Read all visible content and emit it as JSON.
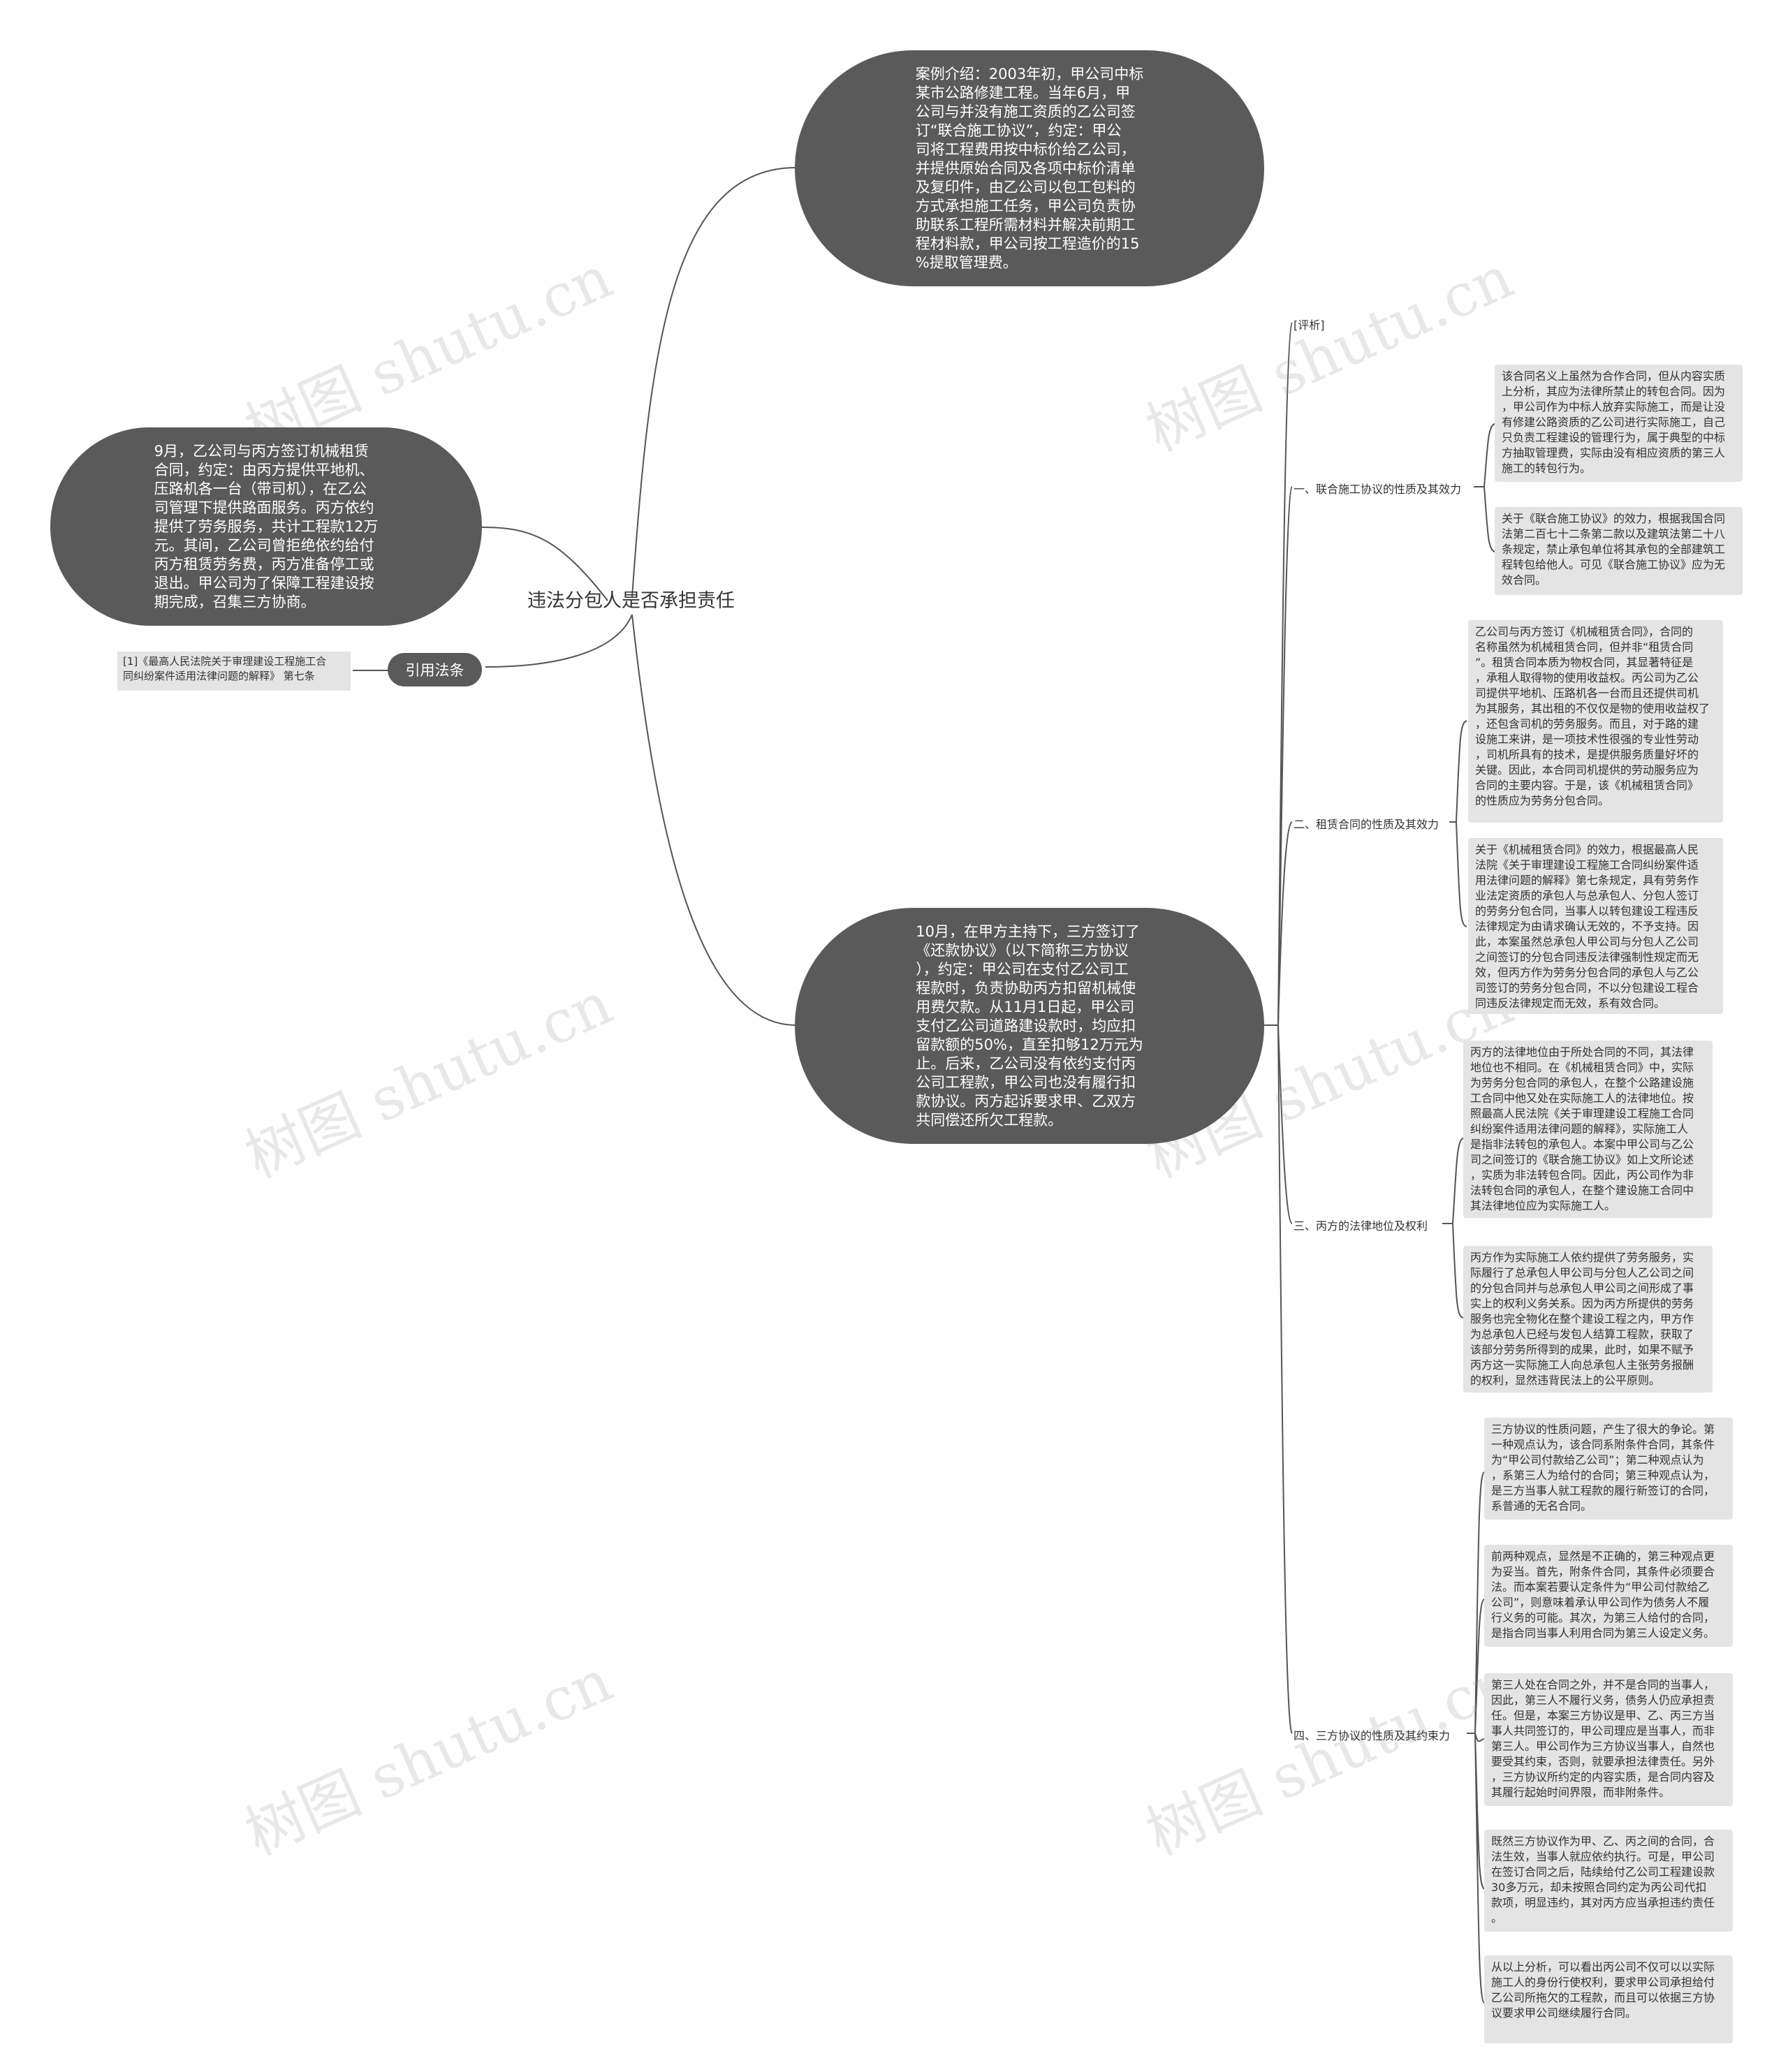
{
  "center": {
    "title": "违法分包人是否承担责任"
  },
  "case_intro": "案例介绍：2003年初，甲公司中标\n某市公路修建工程。当年6月，甲\n公司与并没有施工资质的乙公司签\n订“联合施工协议”，约定：甲公\n司将工程费用按中标价给乙公司，\n并提供原始合同及各项中标价清单\n及复印件，由乙公司以包工包料的\n方式承担施工任务，甲公司负责协\n助联系工程所需材料并解决前期工\n程材料款，甲公司按工程造价的15\n%提取管理费。",
  "sept_note": "9月，乙公司与丙方签订机械租赁\n合同，约定：由丙方提供平地机、\n压路机各一台（带司机），在乙公\n司管理下提供路面服务。丙方依约\n提供了劳务服务，共计工程款12万\n元。其间，乙公司曾拒绝依约给付\n丙方租赁劳务费，丙方准备停工或\n退出。甲公司为了保障工程建设按\n期完成，召集三方协商。",
  "oct_note": "10月，在甲方主持下，三方签订了\n《还款协议》（以下简称三方协议\n），约定：甲公司在支付乙公司工\n程款时，负责协助丙方扣留机械使\n用费欠款。从11月1日起，甲公司\n支付乙公司道路建设款时，均应扣\n留款额的50%，直至扣够12万元为\n止。后来，乙公司没有依约支付丙\n公司工程款，甲公司也没有履行扣\n款协议。丙方起诉要求甲、乙双方\n共同偿还所欠工程款。",
  "cite": {
    "label": "引用法条",
    "ref": "[1]《最高人民法院关于审理建设工程施工合\n同纠纷案件适用法律问题的解释》 第七条"
  },
  "analysis": {
    "label": "[评析]",
    "sections": [
      {
        "title": "一、联合施工协议的性质及其效力",
        "paras": [
          "该合同名义上虽然为合作合同，但从内容实质\n上分析，其应为法律所禁止的转包合同。因为\n，甲公司作为中标人放弃实际施工，而是让没\n有修建公路资质的乙公司进行实际施工，自己\n只负责工程建设的管理行为，属于典型的中标\n方抽取管理费，实际由没有相应资质的第三人\n施工的转包行为。",
          "关于《联合施工协议》的效力，根据我国合同\n法第二百七十二条第二款以及建筑法第二十八\n条规定，禁止承包单位将其承包的全部建筑工\n程转包给他人。可见《联合施工协议》应为无\n效合同。"
        ]
      },
      {
        "title": "二、租赁合同的性质及其效力",
        "paras": [
          "乙公司与丙方签订《机械租赁合同》，合同的\n名称虽然为机械租赁合同，但并非“租赁合同\n”。租赁合同本质为物权合同，其显著特征是\n，承租人取得物的使用收益权。丙公司为乙公\n司提供平地机、压路机各一台而且还提供司机\n为其服务，其出租的不仅仅是物的使用收益权了\n，还包含司机的劳务服务。而且，对于路的建\n设施工来讲，是一项技术性很强的专业性劳动\n，司机所具有的技术，是提供服务质量好坏的\n关键。因此，本合同司机提供的劳动服务应为\n合同的主要内容。于是，该《机械租赁合同》\n的性质应为劳务分包合同。",
          "关于《机械租赁合同》的效力，根据最高人民\n法院《关于审理建设工程施工合同纠纷案件适\n用法律问题的解释》第七条规定，具有劳务作\n业法定资质的承包人与总承包人、分包人签订\n的劳务分包合同，当事人以转包建设工程违反\n法律规定为由请求确认无效的，不予支持。因\n此，本案虽然总承包人甲公司与分包人乙公司\n之间签订的分包合同违反法律强制性规定而无\n效，但丙方作为劳务分包合同的承包人与乙公\n司签订的劳务分包合同，不以分包建设工程合\n同违反法律规定而无效，系有效合同。"
        ]
      },
      {
        "title": "三、丙方的法律地位及权利",
        "paras": [
          "丙方的法律地位由于所处合同的不同，其法律\n地位也不相同。在《机械租赁合同》中，实际\n为劳务分包合同的承包人，在整个公路建设施\n工合同中他又处在实际施工人的法律地位。按\n照最高人民法院《关于审理建设工程施工合同\n纠纷案件适用法律问题的解释》，实际施工人\n是指非法转包的承包人。本案中甲公司与乙公\n司之间签订的《联合施工协议》如上文所论述\n，实质为非法转包合同。因此，丙公司作为非\n法转包合同的承包人，在整个建设施工合同中\n其法律地位应为实际施工人。",
          "丙方作为实际施工人依约提供了劳务服务，实\n际履行了总承包人甲公司与分包人乙公司之间\n的分包合同并与总承包人甲公司之间形成了事\n实上的权利义务关系。因为丙方所提供的劳务\n服务也完全物化在整个建设工程之内，甲方作\n为总承包人已经与发包人结算工程款，获取了\n该部分劳务所得到的成果，此时，如果不赋予\n丙方这一实际施工人向总承包人主张劳务报酬\n的权利，显然违背民法上的公平原则。"
        ]
      },
      {
        "title": "四、三方协议的性质及其约束力",
        "paras": [
          "三方协议的性质问题，产生了很大的争论。第\n一种观点认为，该合同系附条件合同，其条件\n为“甲公司付款给乙公司”；第二种观点认为\n，系第三人为给付的合同；第三种观点认为，\n是三方当事人就工程款的履行新签订的合同，\n系普通的无名合同。",
          "前两种观点，显然是不正确的，第三种观点更\n为妥当。首先，附条件合同，其条件必须要合\n法。而本案若要认定条件为“甲公司付款给乙\n公司”，则意味着承认甲公司作为债务人不履\n行义务的可能。其次，为第三人给付的合同，\n是指合同当事人利用合同为第三人设定义务。",
          "第三人处在合同之外，并不是合同的当事人，\n因此，第三人不履行义务，债务人仍应承担责\n任。但是，本案三方协议是甲、乙、丙三方当\n事人共同签订的，甲公司理应是当事人，而非\n第三人。甲公司作为三方协议当事人，自然也\n要受其约束，否则，就要承担法律责任。另外\n，三方协议所约定的内容实质，是合同内容及\n其履行起始时间界限，而非附条件。",
          "既然三方协议作为甲、乙、丙之间的合同，合\n法生效，当事人就应依约执行。可是，甲公司\n在签订合同之后，陆续给付乙公司工程建设款\n30多万元，却未按照合同约定为丙公司代扣\n款项，明显违约，其对丙方应当承担违约责任\n。",
          "从以上分析，可以看出丙公司不仅可以以实际\n施工人的身份行使权利，要求甲公司承担给付\n乙公司所拖欠的工程款，而且可以依据三方协\n议要求甲公司继续履行合同。"
        ]
      }
    ]
  },
  "watermark": "树图 shutu.cn",
  "colors": {
    "node_dark": "#5a5a5a",
    "leaf_bg": "#e4e4e4",
    "line": "#555555"
  }
}
